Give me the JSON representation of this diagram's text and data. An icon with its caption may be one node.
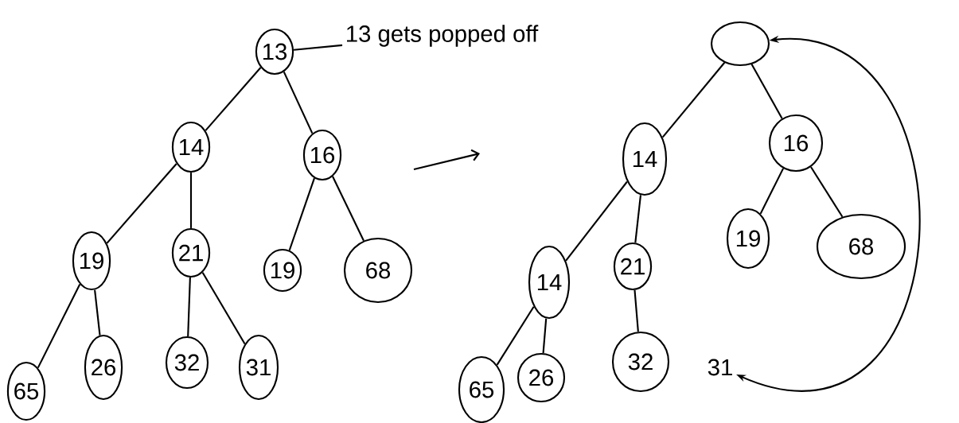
{
  "diagram": {
    "nodes": [
      {
        "text": [
          "13"
        ]
      },
      {
        "text": [
          "13 gets popped off"
        ]
      },
      {
        "text": [
          "14"
        ]
      },
      {
        "text": [
          "16"
        ]
      },
      {
        "text": [
          "19"
        ]
      },
      {
        "text": [
          "21"
        ]
      },
      {
        "text": [
          "19"
        ]
      },
      {
        "text": [
          "68"
        ]
      },
      {
        "text": [
          "65"
        ]
      },
      {
        "text": [
          "26"
        ]
      },
      {
        "text": [
          "32"
        ]
      },
      {
        "text": [
          "31"
        ]
      },
      {
        "text": [],
        "shape": "circle"
      },
      {
        "text": [
          "14"
        ]
      },
      {
        "text": [
          "16"
        ]
      },
      {
        "text": [
          "14"
        ]
      },
      {
        "text": [
          "21"
        ]
      },
      {
        "text": [
          "19"
        ]
      },
      {
        "text": [
          "68"
        ]
      },
      {
        "text": [
          "65"
        ]
      },
      {
        "text": [
          "26"
        ]
      },
      {
        "text": [
          "32"
        ]
      },
      {
        "text": [
          "31"
        ]
      }
    ],
    "edges": [
      {
        "from": 1,
        "to": 0,
        "arrow": "none"
      },
      {
        "from": 0,
        "to": 2,
        "arrow": "none"
      },
      {
        "from": 0,
        "to": 3,
        "arrow": "none"
      },
      {
        "from": 2,
        "to": 4,
        "arrow": "none"
      },
      {
        "from": 2,
        "to": 5,
        "arrow": "none"
      },
      {
        "from": 3,
        "to": 6,
        "arrow": "none"
      },
      {
        "from": 3,
        "to": 7,
        "arrow": "none"
      },
      {
        "from": 4,
        "to": 8,
        "arrow": "none"
      },
      {
        "from": 4,
        "to": 9,
        "arrow": "none"
      },
      {
        "from": 5,
        "to": 10,
        "arrow": "none"
      },
      {
        "from": 5,
        "to": 11,
        "arrow": "none"
      },
      {
        "from": 12,
        "to": 13,
        "arrow": "none"
      },
      {
        "from": 12,
        "to": 14,
        "arrow": "none"
      },
      {
        "from": 13,
        "to": 15,
        "arrow": "none"
      },
      {
        "from": 13,
        "to": 16,
        "arrow": "none"
      },
      {
        "from": 14,
        "to": 17,
        "arrow": "none"
      },
      {
        "from": 14,
        "to": 18,
        "arrow": "none"
      },
      {
        "from": 15,
        "to": 19,
        "arrow": "none"
      },
      {
        "from": 15,
        "to": 20,
        "arrow": "none"
      },
      {
        "from": 16,
        "to": 21,
        "arrow": "none"
      },
      {
        "from": 22,
        "to": 12,
        "arrow": "both"
      }
    ]
  }
}
